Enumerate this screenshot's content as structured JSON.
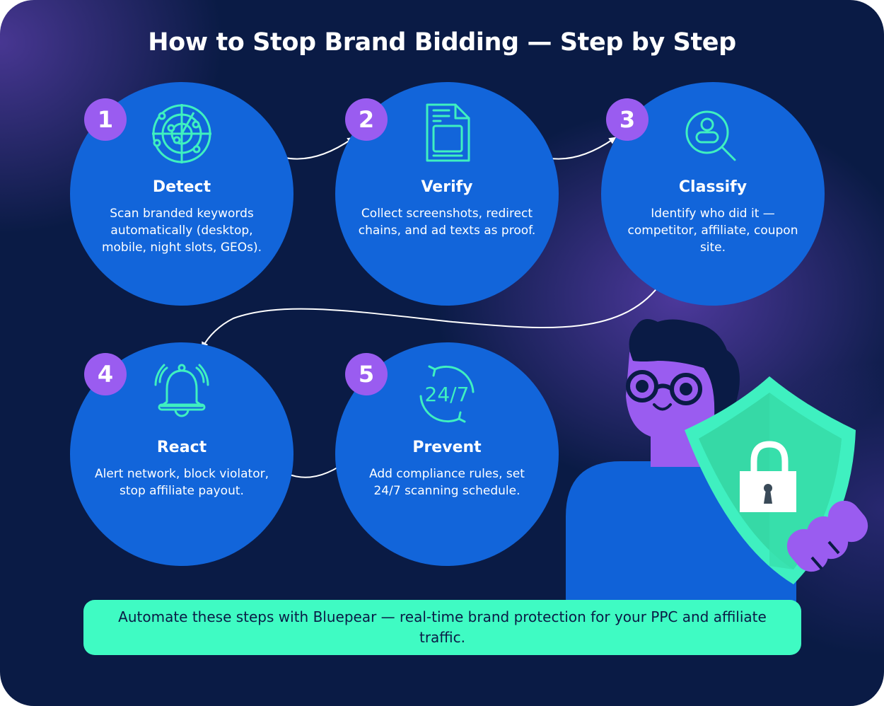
{
  "title": "How to Stop Brand Bidding — Step by Step",
  "colors": {
    "background": "#0a1b45",
    "purple_glow": "#4b3896",
    "step_circle": "#1265da",
    "badge": "#9a5cf0",
    "icon_stroke": "#3ff0c0",
    "cta_background": "#3ffbc3",
    "cta_text": "#0a1b45",
    "shield": "#36e0ad"
  },
  "steps": [
    {
      "number": "1",
      "title": "Detect",
      "icon": "radar-icon",
      "description": "Scan branded keywords automatically (desktop, mobile, night slots, GEOs)."
    },
    {
      "number": "2",
      "title": "Verify",
      "icon": "document-icon",
      "description": "Collect screenshots, redirect chains, and ad texts as proof."
    },
    {
      "number": "3",
      "title": "Classify",
      "icon": "user-search-icon",
      "description": "Identify who did it — competitor, affiliate, coupon site."
    },
    {
      "number": "4",
      "title": "React",
      "icon": "bell-icon",
      "description": "Alert network, block violator, stop affiliate payout."
    },
    {
      "number": "5",
      "title": "Prevent",
      "icon": "clock-24-7-icon",
      "description": "Add compliance rules, set 24/7 scanning schedule.",
      "icon_text": "24/7"
    }
  ],
  "cta": {
    "text": "Automate these steps with Bluepear — real-time brand protection for your PPC and affiliate traffic."
  },
  "illustration": {
    "subject": "person-holding-shield-with-lock"
  }
}
